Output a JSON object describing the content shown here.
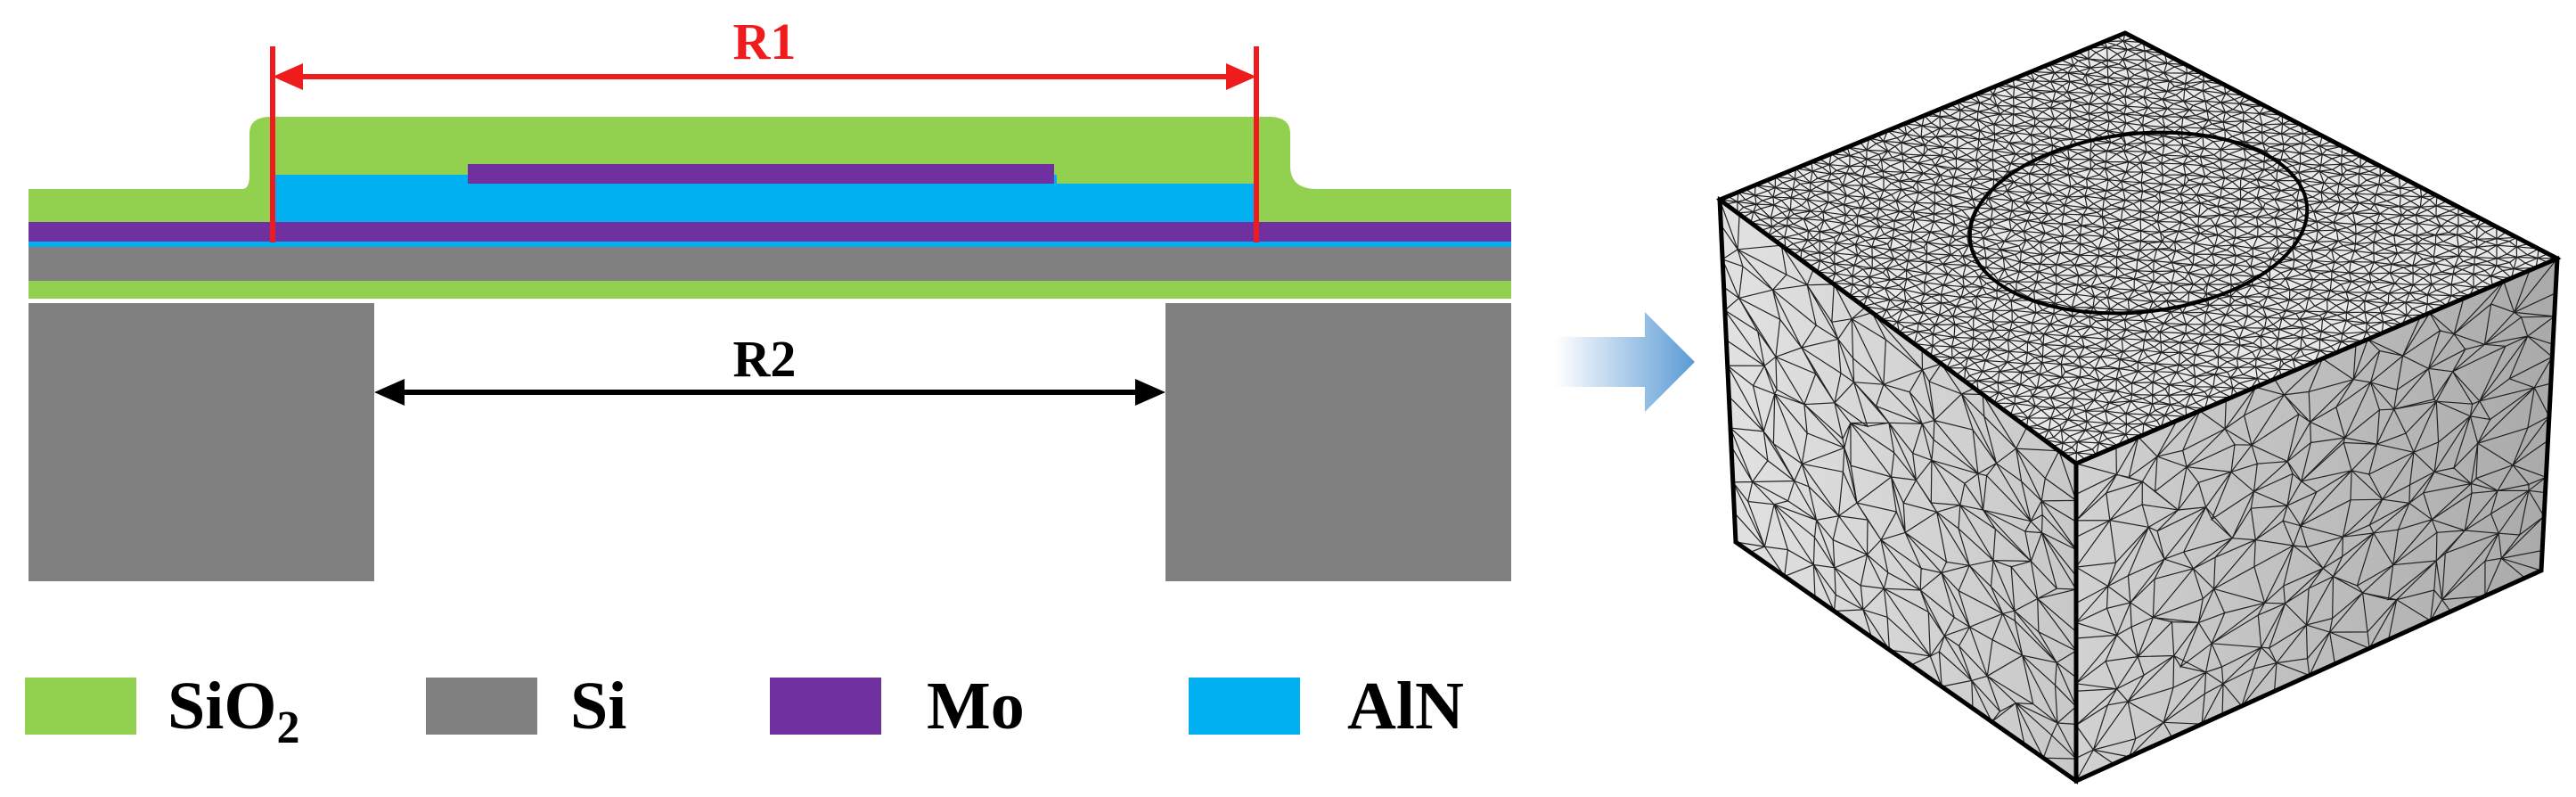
{
  "dimensions": {
    "r1": {
      "label": "R1",
      "color": "#ee1c1c"
    },
    "r2": {
      "label": "R2",
      "color": "#000000"
    }
  },
  "materials": [
    {
      "key": "sio2",
      "label": "SiO",
      "subscript": "2",
      "color": "#92d050"
    },
    {
      "key": "si",
      "label": "Si",
      "color": "#808080"
    },
    {
      "key": "mo",
      "label": "Mo",
      "color": "#7030a0"
    },
    {
      "key": "aln",
      "label": "AlN",
      "color": "#00b0f0"
    }
  ],
  "arrow": {
    "icon": "right-arrow-icon",
    "color_start": "#ffffff",
    "color_end": "#5b9bd5"
  },
  "mesh": {
    "icon": "tetrahedral-mesh-cube-icon"
  }
}
